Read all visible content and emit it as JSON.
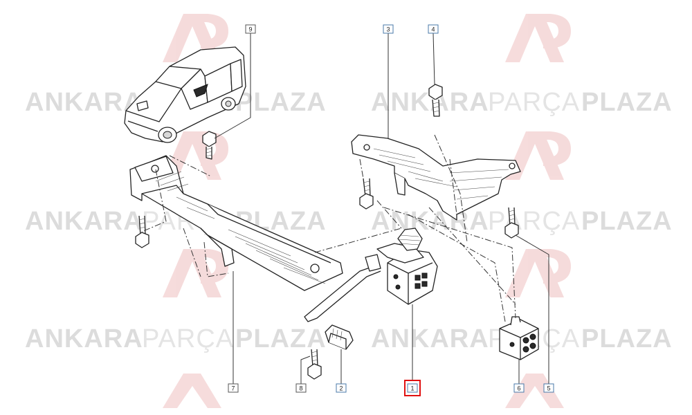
{
  "watermark": {
    "word_bold_1": "ANKARA",
    "word_light": "PARÇA",
    "word_bold_2": "PLAZA",
    "logo_color": "#f3d0d0"
  },
  "callouts": [
    {
      "id": "9",
      "style": "normal"
    },
    {
      "id": "3",
      "style": "blue"
    },
    {
      "id": "4",
      "style": "blue"
    },
    {
      "id": "7",
      "style": "normal"
    },
    {
      "id": "8",
      "style": "normal"
    },
    {
      "id": "2",
      "style": "blue"
    },
    {
      "id": "1",
      "style": "highlight"
    },
    {
      "id": "6",
      "style": "blue"
    },
    {
      "id": "5",
      "style": "blue"
    }
  ],
  "colors": {
    "highlight": "#e01010",
    "blue_box": "#4a78a8",
    "line": "#222222"
  }
}
